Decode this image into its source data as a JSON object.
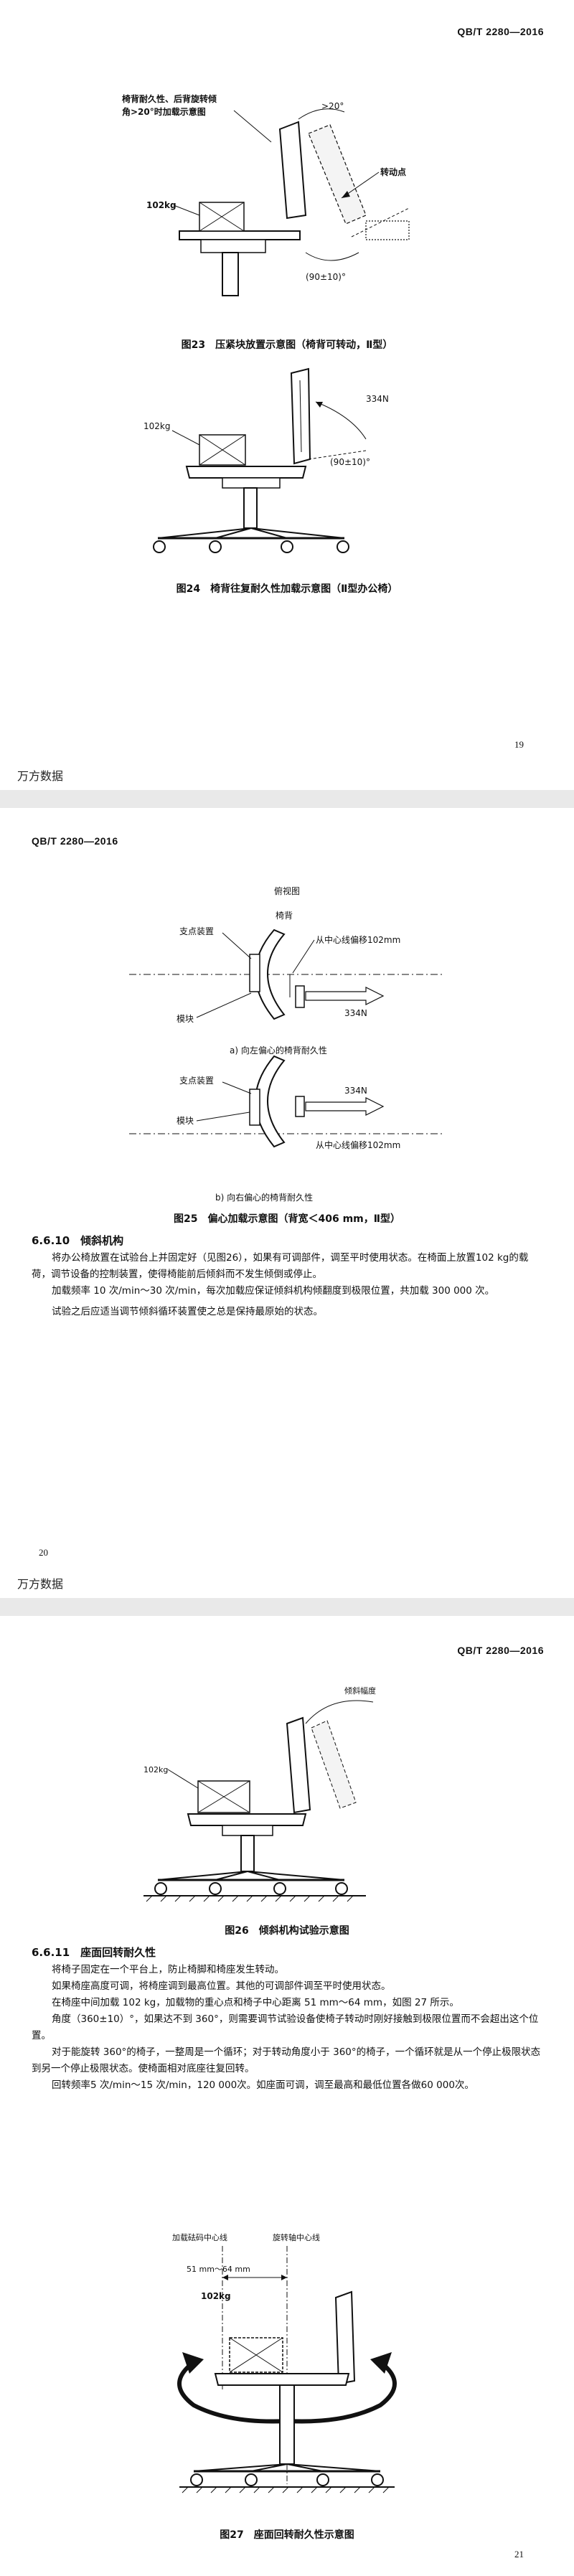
{
  "page19": {
    "standard_code": "QB/T 2280—2016",
    "fig23": {
      "note_line1": "椅背耐久性、后背旋转倾",
      "note_line2": "角>20°时加载示意图",
      "angle_top": ">20°",
      "pivot_label": "转动点",
      "weight": "102kg",
      "angle_bottom": "(90±10)°",
      "caption": "图23　压紧块放置示意图（椅背可转动，Ⅱ型）"
    },
    "fig24": {
      "weight": "102kg",
      "force": "334N",
      "angle": "(90±10)°",
      "caption": "图24　椅背往复耐久性加载示意图（Ⅱ型办公椅）"
    },
    "page_number": "19",
    "watermark": "万方数据"
  },
  "page20": {
    "standard_code": "QB/T 2280—2016",
    "fig25": {
      "view_label": "俯视图",
      "backrest_label": "椅背",
      "a_fulcrum": "支点装置",
      "a_offset": "从中心线偏移102mm",
      "a_force": "334N",
      "a_block": "模块",
      "a_caption": "a) 向左偏心的椅背耐久性",
      "b_fulcrum": "支点装置",
      "b_force": "334N",
      "b_block": "模块",
      "b_offset": "从中心线偏移102mm",
      "b_caption": "b) 向右偏心的椅背耐久性",
      "caption": "图25　偏心加载示意图（背宽＜406 mm，Ⅱ型）"
    },
    "section_title": "6.6.10　倾斜机构",
    "paragraphs": [
      "将办公椅放置在试验台上并固定好（见图26），如果有可调部件，调至平时使用状态。在椅面上放置102 kg的载荷，调节设备的控制装置，使得椅能前后倾斜而不发生倾倒或停止。",
      "加载频率 10 次/min～30 次/min，每次加载应保证倾斜机构倾翻度到极限位置，共加载 300 000 次。",
      "试验之后应适当调节倾斜循环装置使之总是保持最原始的状态。"
    ],
    "page_number": "20",
    "watermark": "万方数据"
  },
  "page21": {
    "standard_code": "QB/T 2280—2016",
    "fig26": {
      "angle_label": "倾斜幅度",
      "weight": "102kg",
      "caption": "图26　倾斜机构试验示意图"
    },
    "section_title": "6.6.11　座面回转耐久性",
    "paragraphs": [
      "将椅子固定在一个平台上，防止椅脚和椅座发生转动。",
      "如果椅座高度可调，将椅座调到最高位置。其他的可调部件调至平时使用状态。",
      "在椅座中间加载 102 kg，加载物的重心点和椅子中心距离 51 mm～64 mm，如图 27 所示。",
      "角度（360±10）°，如果达不到 360°，则需要调节试验设备使椅子转动时刚好接触到极限位置而不会超出这个位置。",
      "对于能旋转 360°的椅子，一整周是一个循环；对于转动角度小于 360°的椅子，一个循环就是从一个停止极限状态到另一个停止极限状态。使椅面相对底座往复回转。",
      "回转频率5 次/min～15 次/min，120 000次。如座面可调，调至最高和最低位置各做60 000次。"
    ],
    "fig27": {
      "load_center": "加载砝码中心线",
      "rotation_axis": "旋转轴中心线",
      "distance": "51 mm～64 mm",
      "weight": "102kg",
      "caption": "图27　座面回转耐久性示意图"
    },
    "page_number": "21"
  }
}
